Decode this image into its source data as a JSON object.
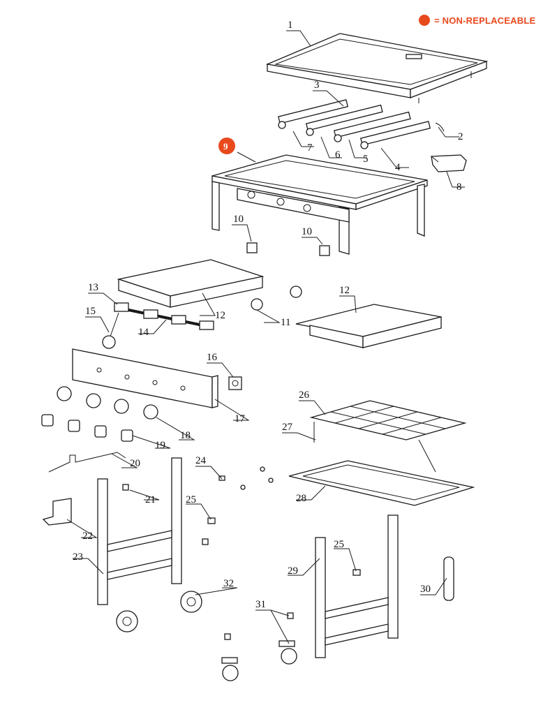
{
  "legend": {
    "text": "= NON-REPLACEABLE",
    "color": "#e8491d"
  },
  "labels": {
    "p1": "1",
    "p2": "2",
    "p3": "3",
    "p4": "4",
    "p5": "5",
    "p6": "6",
    "p7": "7",
    "p8": "8",
    "p9": "9",
    "p10a": "10",
    "p10b": "10",
    "p11": "11",
    "p12a": "12",
    "p12b": "12",
    "p13": "13",
    "p14": "14",
    "p15": "15",
    "p16": "16",
    "p17": "17",
    "p18": "18",
    "p19": "19",
    "p20": "20",
    "p21": "21",
    "p22": "22",
    "p23": "23",
    "p24": "24",
    "p25a": "25",
    "p25b": "25",
    "p26": "26",
    "p27": "27",
    "p28": "28",
    "p29": "29",
    "p30": "30",
    "p31": "31",
    "p32": "32"
  }
}
